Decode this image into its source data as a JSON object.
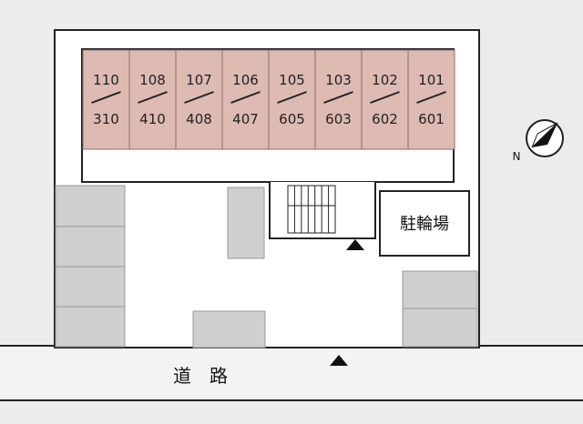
{
  "units": [
    {
      "top": "110",
      "bottom": "310"
    },
    {
      "top": "108",
      "bottom": "410"
    },
    {
      "top": "107",
      "bottom": "408"
    },
    {
      "top": "106",
      "bottom": "407"
    },
    {
      "top": "105",
      "bottom": "605"
    },
    {
      "top": "103",
      "bottom": "603"
    },
    {
      "top": "102",
      "bottom": "602"
    },
    {
      "top": "101",
      "bottom": "601"
    }
  ],
  "bike_parking_label": "駐輪場",
  "road_label": "道　路",
  "north_label": "N",
  "colors": {
    "background": "#ececec",
    "unit_fill": "#ddbab2",
    "parking_fill": "#cfcfcf",
    "lot_fill": "#ffffff",
    "line": "#222222"
  }
}
